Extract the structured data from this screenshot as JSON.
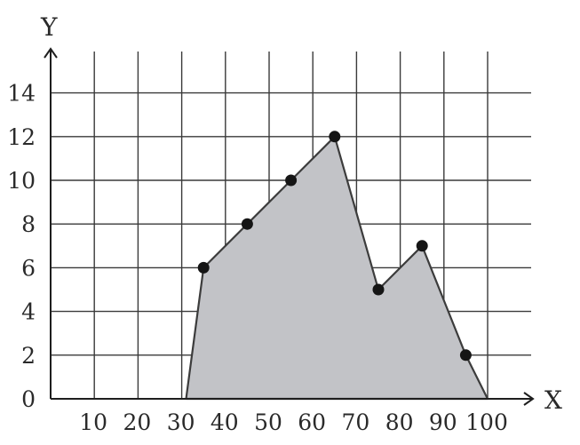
{
  "chart_data": {
    "type": "area",
    "xlabel": "X",
    "ylabel": "Y",
    "xlim": [
      0,
      110
    ],
    "ylim": [
      0,
      16
    ],
    "x_ticks": [
      10,
      20,
      30,
      40,
      50,
      60,
      70,
      80,
      90,
      100
    ],
    "y_ticks": [
      0,
      2,
      4,
      6,
      8,
      10,
      12,
      14
    ],
    "x_tick_labels": [
      "10",
      "20",
      "30",
      "40",
      "50",
      "60",
      "70",
      "80",
      "90",
      "100"
    ],
    "y_tick_labels": [
      "0",
      "2",
      "4",
      "6",
      "8",
      "10",
      "12",
      "14"
    ],
    "outline": {
      "x": [
        31,
        35,
        45,
        55,
        65,
        75,
        85,
        95,
        100
      ],
      "y": [
        0,
        6,
        8,
        10,
        12,
        5,
        7,
        2,
        0
      ]
    },
    "points": {
      "x": [
        35,
        45,
        55,
        65,
        75,
        85,
        95
      ],
      "y": [
        6,
        8,
        10,
        12,
        5,
        7,
        2
      ]
    },
    "grid": true,
    "colors": {
      "fill": "#c2c3c7",
      "line": "#3c3c3c",
      "point": "#151515",
      "grid": "#3a3a3a"
    }
  }
}
